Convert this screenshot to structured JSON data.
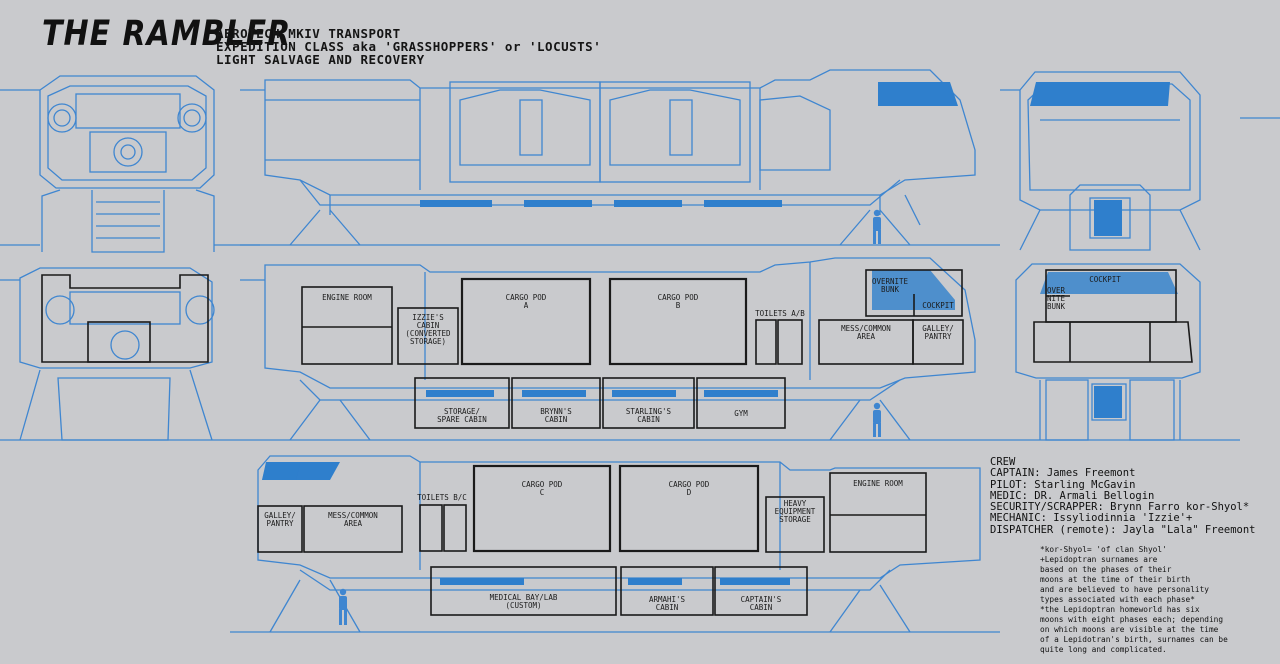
{
  "title": "THE RAMBLER",
  "subtitle_lines": [
    "AEROTECH MKIV TRANSPORT",
    "EXPEDITION CLASS aka 'GRASSHOPPERS' or 'LOCUSTS'",
    "LIGHT SALVAGE AND RECOVERY"
  ],
  "deck_upper": {
    "engine_room": "ENGINE ROOM",
    "izzie_cabin": "IZZIE'S\nCABIN\n(CONVERTED\nSTORAGE)",
    "cargo_pod_a": "CARGO POD\nA",
    "cargo_pod_b": "CARGO POD\nB",
    "toilets_ab": "TOILETS A/B",
    "overnite_bunk": "OVERNITE\nBUNK",
    "cockpit": "COCKPIT",
    "mess_common": "MESS/COMMON\nAREA",
    "galley_pantry": "GALLEY/\nPANTRY",
    "storage_spare": "STORAGE/\nSPARE CABIN",
    "brynn_cabin": "BRYNN'S\nCABIN",
    "starling_cabin": "STARLING'S\nCABIN",
    "gym": "GYM"
  },
  "front_section": {
    "cockpit": "COCKPIT",
    "overnite_bunk": "OVER\nNITE\nBUNK"
  },
  "deck_lower": {
    "galley_pantry": "GALLEY/\nPANTRY",
    "mess_common": "MESS/COMMON\nAREA",
    "toilets_bc": "TOILETS B/C",
    "cargo_pod_c": "CARGO POD\nC",
    "cargo_pod_d": "CARGO POD\nD",
    "heavy_storage": "HEAVY\nEQUIPMENT\nSTORAGE",
    "engine_room": "ENGINE ROOM",
    "medical_bay": "MEDICAL BAY/LAB\n(CUSTOM)",
    "armahi_cabin": "ARMAHI'S\nCABIN",
    "captain_cabin": "CAPTAIN'S\nCABIN"
  },
  "crew": {
    "heading": "CREW",
    "lines": [
      "CAPTAIN: James Freemont",
      "PILOT: Starling McGavin",
      "MEDIC: DR. Armali Bellogin",
      "SECURITY/SCRAPPER: Brynn Farro kor-Shyol*",
      "MECHANIC: Issyliodinnia 'Izzie'+",
      "DISPATCHER (remote): Jayla \"Lala\" Freemont"
    ]
  },
  "notes": [
    "*kor-Shyol= 'of clan Shyol'",
    "+Lepidoptran surnames are",
    "based on the phases of their",
    "moons at the time of their birth",
    "and are believed to have personality",
    "types associated with each phase*",
    "  *the Lepidoptran homeworld has six",
    "moons with eight phases each; depending",
    "  on which moons are visible at the time",
    "of a Lepidotran's birth, surnames can be",
    "quite long and complicated."
  ],
  "colors": {
    "background": "#c9cacd",
    "linework": "#3f86d0",
    "accent": "#2f7fcc",
    "ink": "#1a1a1a"
  }
}
